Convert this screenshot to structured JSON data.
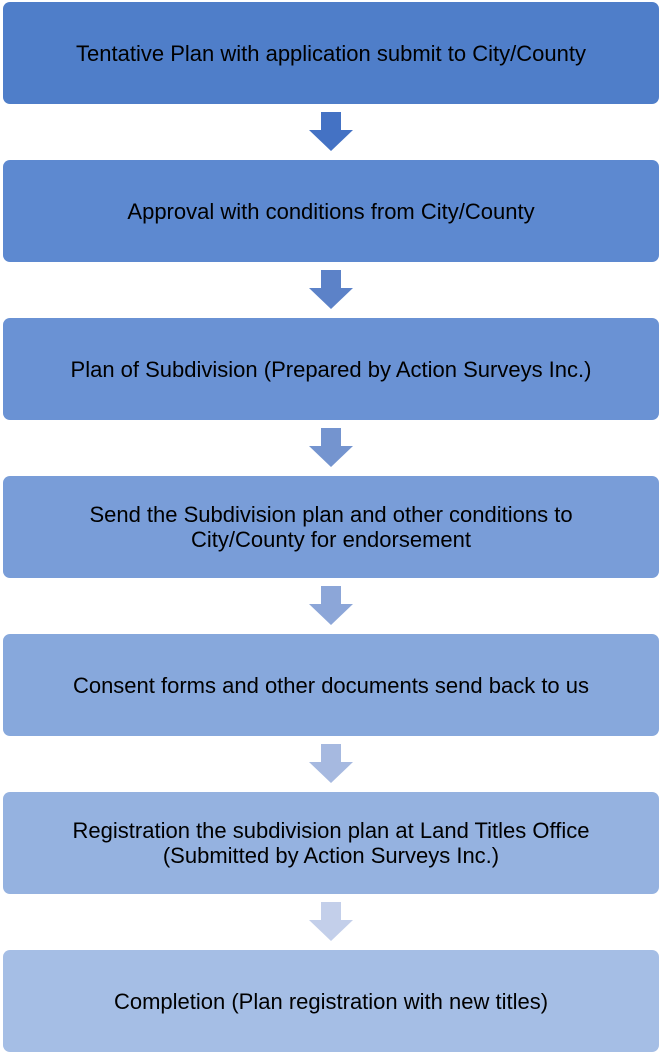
{
  "steps": [
    {
      "text": "Tentative Plan with application submit to City/County",
      "color": "#4f7ec9"
    },
    {
      "text": "Approval with conditions from City/County",
      "color": "#5d89d0"
    },
    {
      "text": "Plan of Subdivision (Prepared by Action Surveys Inc.)",
      "color": "#6a92d4"
    },
    {
      "text": "Send the Subdivision plan and other conditions to City/County for endorsement",
      "color": "#799dd8"
    },
    {
      "text": "Consent forms and other documents send back to us",
      "color": "#87a8dc"
    },
    {
      "text": "Registration the subdivision plan at Land Titles Office (Submitted by Action Surveys Inc.)",
      "color": "#95b2e0"
    },
    {
      "text": "Completion (Plan registration with new titles)",
      "color": "#a5bee5"
    }
  ],
  "arrows": [
    {
      "color": "#4472c4",
      "icon": "arrow-down-icon"
    },
    {
      "color": "#5c82c8",
      "icon": "arrow-down-icon"
    },
    {
      "color": "#7494cf",
      "icon": "arrow-down-icon"
    },
    {
      "color": "#8ca6d8",
      "icon": "arrow-down-icon"
    },
    {
      "color": "#a6b9e0",
      "icon": "arrow-down-icon"
    },
    {
      "color": "#c3cfea",
      "icon": "arrow-down-icon"
    }
  ]
}
